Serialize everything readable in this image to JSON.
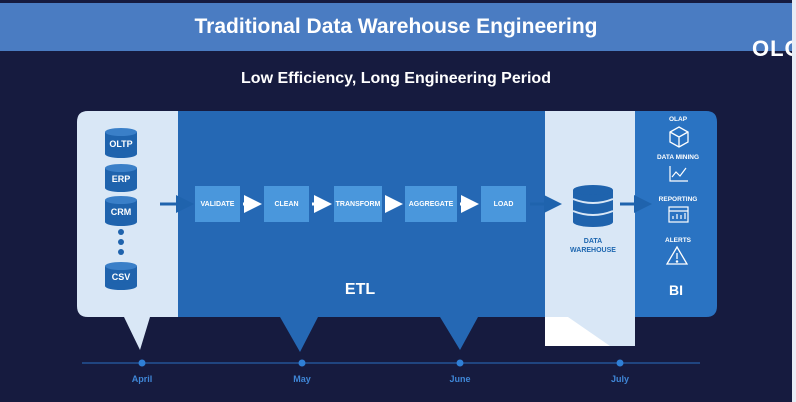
{
  "title": "Traditional Data Warehouse Engineering",
  "corner_logo": "OLO",
  "subtitle": "Low Efficiency, Long Engineering Period",
  "sources": [
    "OLTP",
    "ERP",
    "CRM",
    "CSV"
  ],
  "etl": {
    "label": "ETL",
    "steps": [
      "VALIDATE",
      "CLEAN",
      "TRANSFORM",
      "AGGREGATE",
      "LOAD"
    ]
  },
  "warehouse": {
    "label_line1": "DATA",
    "label_line2": "WAREHOUSE"
  },
  "bi": {
    "label": "BI",
    "items": [
      "OLAP",
      "DATA MINING",
      "REPORTING",
      "ALERTS"
    ]
  },
  "timeline": [
    "April",
    "May",
    "June",
    "July"
  ],
  "colors": {
    "background": "#161b3f",
    "title_bar": "#4a7cc2",
    "panel_light": "#d9e7f6",
    "etl_blue": "#2568b4",
    "bi_blue": "#2a73c2",
    "step_box": "#4a97dc",
    "db_icon": "#1f63ad",
    "timeline": "#2b6fc0"
  }
}
